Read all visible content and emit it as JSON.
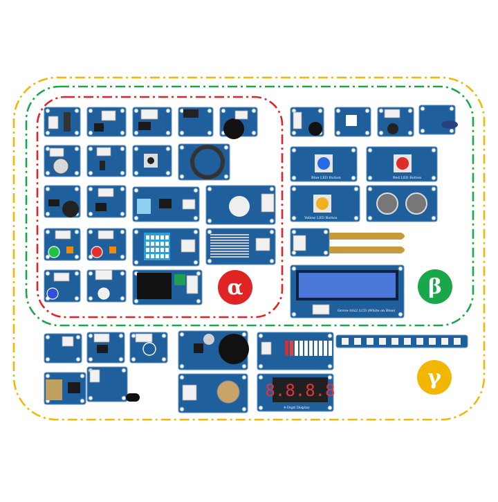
{
  "groups": [
    {
      "key": "alpha",
      "symbol": "α",
      "color": "#e02424"
    },
    {
      "key": "beta",
      "symbol": "β",
      "color": "#1aa64a"
    },
    {
      "key": "gamma",
      "symbol": "γ",
      "color": "#f2b705"
    }
  ],
  "colors": {
    "board": "#1f5f9c",
    "board_dark": "#163f6e",
    "board_edge": "#5b8fc4",
    "connector": "#f1f1f1",
    "lcd_screen": "#4a78d8",
    "segment_led": "#e8303a",
    "display_body": "#202020"
  },
  "module_labels": {
    "blue_led_button": "Blue LED Button",
    "red_led_button": "Red LED Button",
    "yellow_led_button": "Yellow LED Button",
    "lcd": "Grove-16x2 LCD (White on Blue)",
    "four_digit": "4-Digit Display",
    "segment_digits": "8.8.8.8"
  }
}
